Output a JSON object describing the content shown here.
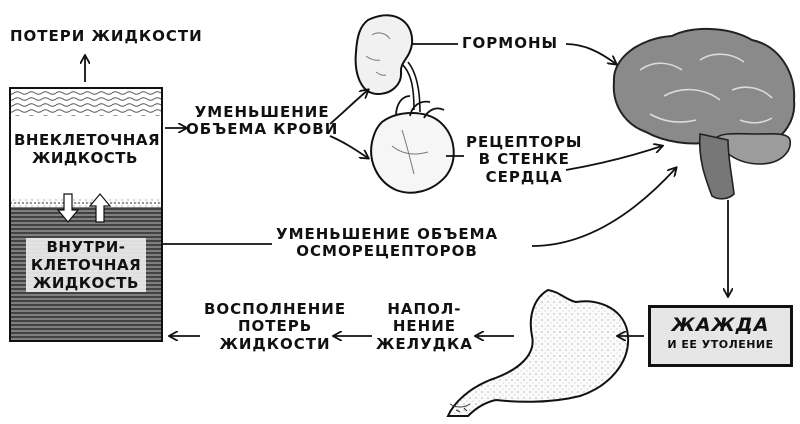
{
  "fluid_loss": "ПОТЕРИ ЖИДКОСТИ",
  "extracellular": [
    "ВНЕКЛЕТОЧНАЯ",
    "ЖИДКОСТЬ"
  ],
  "intracellular": [
    "ВНУТРИ-",
    "КЛЕТОЧНАЯ",
    "ЖИДКОСТЬ"
  ],
  "blood_volume": [
    "УМЕНЬШЕНИЕ",
    "ОБЪЕМА КРОВИ"
  ],
  "hormones": "ГОРМОНЫ",
  "receptors": [
    "РЕЦЕПТОРЫ",
    "В СТЕНКЕ",
    "СЕРДЦА"
  ],
  "osmoreceptors": [
    "УМЕНЬШЕНИЕ ОБЪЕМА",
    "ОСМОРЕЦЕПТОРОВ"
  ],
  "thirst": [
    "ЖАЖДА",
    "И ЕЕ УТОЛЕНИЕ"
  ],
  "stomach_filling": [
    "НАПОЛ-",
    "НЕНИЕ",
    "ЖЕЛУДКА"
  ],
  "replenishment": [
    "ВОСПОЛНЕНИЕ",
    "ПОТЕРЬ",
    "ЖИДКОСТИ"
  ]
}
